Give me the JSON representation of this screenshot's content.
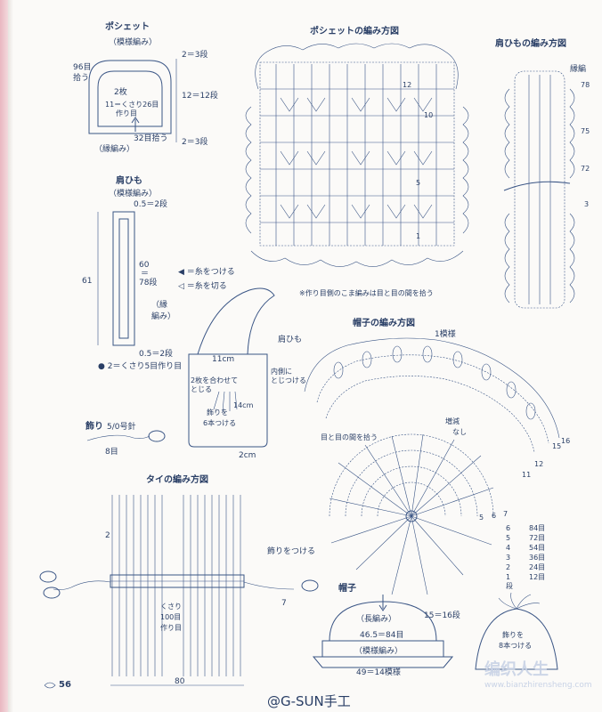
{
  "pochette": {
    "title": "ポシェット",
    "sub": "（模様編み）",
    "pick96_a": "96目",
    "pick96_b": "拾う",
    "mai": "2枚",
    "chain": "11＝くさり26目",
    "chain2": "作り目",
    "edge": "（縁編み）",
    "pick32": "32目拾う",
    "r1": "2＝3段",
    "r2": "12＝12段",
    "r3": "2＝3段"
  },
  "strap": {
    "title": "肩ひも",
    "sub": "（模様編み）",
    "top": "0.5＝2段",
    "len61": "61",
    "len60": "60",
    "eq": "＝",
    "len78": "78段",
    "edge1": "（縁",
    "edge2": "編み）",
    "bottom": "0.5＝2段",
    "note": "● 2＝くさり5目作り目"
  },
  "legend": {
    "attach": "◀ ＝糸をつける",
    "cut": "◁ ＝糸を切る"
  },
  "kazari": {
    "label": "飾り",
    "hook": "5/0号針",
    "n": "8目"
  },
  "bag": {
    "strap": "肩ひも",
    "w11": "11cm",
    "fold1": "2枚を合わせて",
    "fold2": "とじる",
    "inner1": "内側に",
    "inner2": "とじつける",
    "kazari1": "飾りを",
    "kazari2": "6本つける",
    "h14": "14cm",
    "w2": "2cm"
  },
  "pochette_chart": {
    "title": "ポシェットの編み方図",
    "r12": "12",
    "r10": "10",
    "r5": "5",
    "r1": "1",
    "note": "※作り目側のこま編みは目と目の間を拾う"
  },
  "strap_chart": {
    "title": "肩ひもの編み方図",
    "edge": "縁編",
    "n78": "78",
    "n75": "75",
    "n72": "72",
    "n3": "3"
  },
  "hat_chart": {
    "title": "帽子の編み方図",
    "repeat": "1模様",
    "between": "目と目の間を拾う",
    "inc": "増減",
    "nashi": "なし",
    "r16": "16",
    "r15": "15",
    "r12": "12",
    "r11": "11",
    "r7": "7",
    "r6": "6",
    "r5": "5"
  },
  "hat_table": {
    "rows": [
      [
        "6",
        "84目"
      ],
      [
        "5",
        "72目"
      ],
      [
        "4",
        "54目"
      ],
      [
        "3",
        "36目"
      ],
      [
        "2",
        "24目"
      ],
      [
        "1",
        "12目"
      ]
    ],
    "unit": "段"
  },
  "tie_chart": {
    "title": "タイの編み方図",
    "attach": "飾りをつける",
    "n2": "2",
    "n7": "7",
    "chain1": "くさり",
    "chain2": "100目",
    "chain3": "作り目",
    "n80": "80"
  },
  "hat": {
    "title": "帽子",
    "long": "（長編み）",
    "r15": "15＝16段",
    "m46": "46.5＝84目",
    "pattern": "（模様編み）",
    "m49": "49＝14模様",
    "kazari1": "飾りを",
    "kazari2": "8本つける"
  },
  "page_num": "56",
  "credit": "@G-SUN手工",
  "wm_cn": "编织人生",
  "wm_url": "www.bianzhirensheng.com"
}
